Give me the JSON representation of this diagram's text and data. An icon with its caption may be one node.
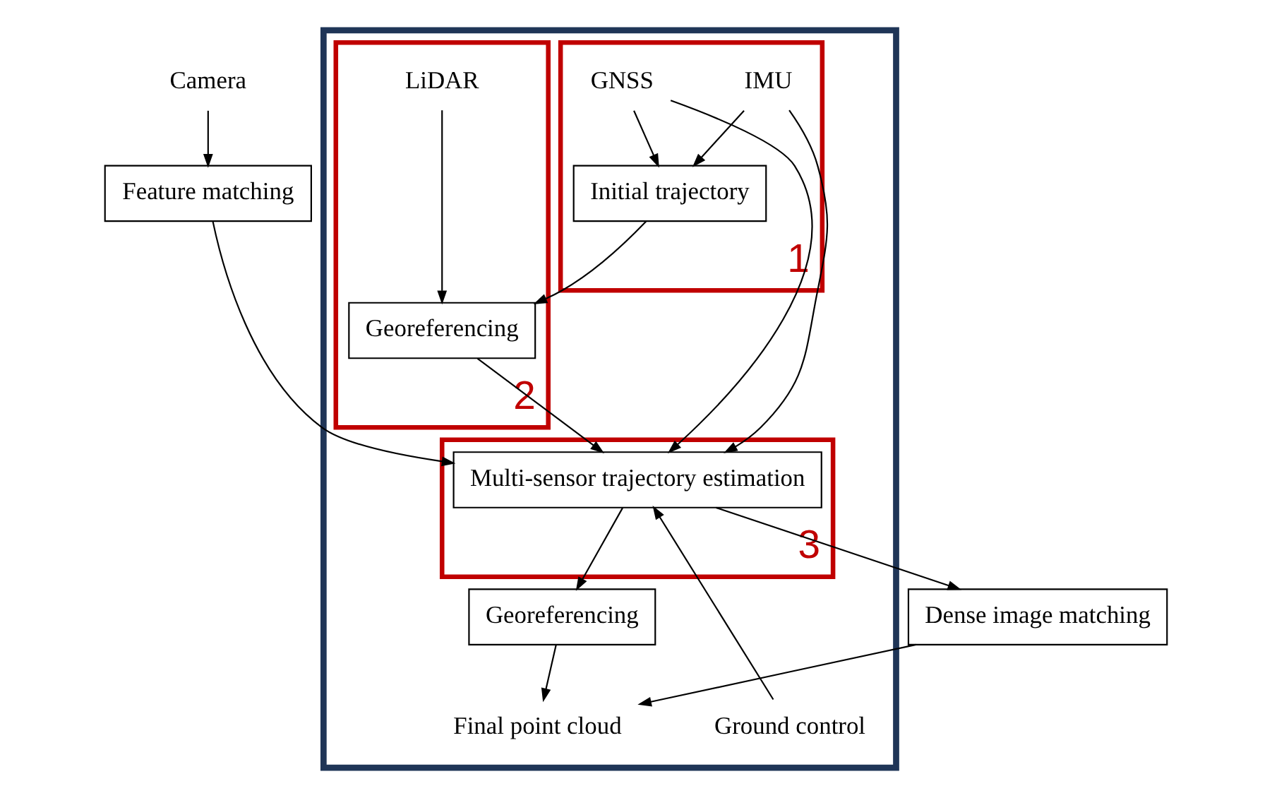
{
  "diagram": {
    "nodes": [
      {
        "text": [],
        "shape": "box"
      },
      {
        "text": [
          "1"
        ],
        "in": 0
      },
      {
        "text": [
          "GNSS"
        ],
        "in": 1
      },
      {
        "text": [
          "IMU"
        ],
        "in": 1
      },
      {
        "text": [
          "Initial trajectory"
        ],
        "in": 1
      },
      {
        "text": [
          "2"
        ],
        "in": 0
      },
      {
        "text": [
          "LiDAR"
        ],
        "in": 5
      },
      {
        "text": [
          "Georeferencing"
        ],
        "in": 5
      },
      {
        "text": [
          "Camera"
        ]
      },
      {
        "text": [
          "Feature matching"
        ]
      },
      {
        "text": [
          "3"
        ],
        "in": 0
      },
      {
        "text": [
          "Multi-sensor trajectory estimation"
        ],
        "in": 10
      },
      {
        "text": [
          "Dense image matching"
        ]
      },
      {
        "text": [
          "Georeferencing"
        ],
        "in": 0
      },
      {
        "text": [
          "Ground control"
        ],
        "in": 0
      },
      {
        "text": [
          "Final point cloud"
        ],
        "in": 0
      }
    ],
    "edges": [
      {
        "from": 8,
        "to": 9,
        "arrow": "to"
      },
      {
        "from": 2,
        "to": 4,
        "arrow": "to"
      },
      {
        "from": 3,
        "to": 4,
        "arrow": "to"
      },
      {
        "from": 2,
        "to": 11,
        "arrow": "to"
      },
      {
        "from": 3,
        "to": 11,
        "arrow": "to"
      },
      {
        "from": 6,
        "to": 7,
        "arrow": "to"
      },
      {
        "from": 4,
        "to": 7,
        "arrow": "to"
      },
      {
        "from": 9,
        "to": 11,
        "arrow": "to"
      },
      {
        "from": 7,
        "to": 11,
        "arrow": "to"
      },
      {
        "from": 11,
        "to": 12,
        "arrow": "to"
      },
      {
        "from": 11,
        "to": 13,
        "arrow": "to"
      },
      {
        "from": 14,
        "to": 11,
        "arrow": "to"
      },
      {
        "from": 12,
        "to": 15,
        "arrow": "to"
      },
      {
        "from": 13,
        "to": 15,
        "arrow": "to"
      }
    ]
  }
}
